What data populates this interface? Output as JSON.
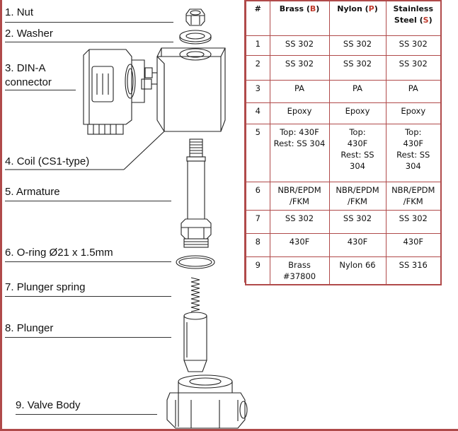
{
  "parts": [
    {
      "num": "1.",
      "name": "Nut"
    },
    {
      "num": "2.",
      "name": "Washer"
    },
    {
      "num": "3.",
      "name": "DIN-A connector",
      "line1": "DIN-A",
      "line2": "connector"
    },
    {
      "num": "4.",
      "name": "Coil (CS1-type)"
    },
    {
      "num": "5.",
      "name": "Armature"
    },
    {
      "num": "6.",
      "name": "O-ring Ø21 x 1.5mm"
    },
    {
      "num": "7.",
      "name": "Plunger spring"
    },
    {
      "num": "8.",
      "name": "Plunger"
    },
    {
      "num": "9.",
      "name": "Valve Body"
    }
  ],
  "table": {
    "headers": {
      "num": "#",
      "brass": "Brass (",
      "brass_code": "B",
      "brass_close": ")",
      "nylon": "Nylon (",
      "nylon_code": "P",
      "nylon_close": ")",
      "steel1": "Stainless",
      "steel2": "Steel  (",
      "steel_code": "S",
      "steel_close": ")"
    },
    "rows": [
      {
        "n": "1",
        "b": [
          "SS 302"
        ],
        "p": [
          "SS 302"
        ],
        "s": [
          "SS 302"
        ]
      },
      {
        "n": "2",
        "b": [
          "SS 302"
        ],
        "p": [
          "SS 302"
        ],
        "s": [
          "SS 302"
        ]
      },
      {
        "n": "3",
        "b": [
          "PA"
        ],
        "p": [
          "PA"
        ],
        "s": [
          "PA"
        ]
      },
      {
        "n": "4",
        "b": [
          "Epoxy"
        ],
        "p": [
          "Epoxy"
        ],
        "s": [
          "Epoxy"
        ]
      },
      {
        "n": "5",
        "b": [
          "Top: 430F",
          "Rest: SS 304"
        ],
        "p": [
          "Top:",
          "430F",
          "Rest: SS",
          "304"
        ],
        "s": [
          "Top:",
          "430F",
          "Rest: SS 304"
        ]
      },
      {
        "n": "6",
        "b": [
          "NBR/EPDM",
          "/FKM"
        ],
        "p": [
          "NBR/EPDM",
          "/FKM"
        ],
        "s": [
          "NBR/EPDM",
          "/FKM"
        ]
      },
      {
        "n": "7",
        "b": [
          "SS 302"
        ],
        "p": [
          "SS 302"
        ],
        "s": [
          "SS 302"
        ]
      },
      {
        "n": "8",
        "b": [
          "430F"
        ],
        "p": [
          "430F"
        ],
        "s": [
          "430F"
        ]
      },
      {
        "n": "9",
        "b": [
          "Brass #37800"
        ],
        "p": [
          "Nylon 66"
        ],
        "s": [
          "SS 316"
        ]
      }
    ]
  },
  "colors": {
    "frame": "#b04a4a",
    "code": "#c0392b"
  }
}
